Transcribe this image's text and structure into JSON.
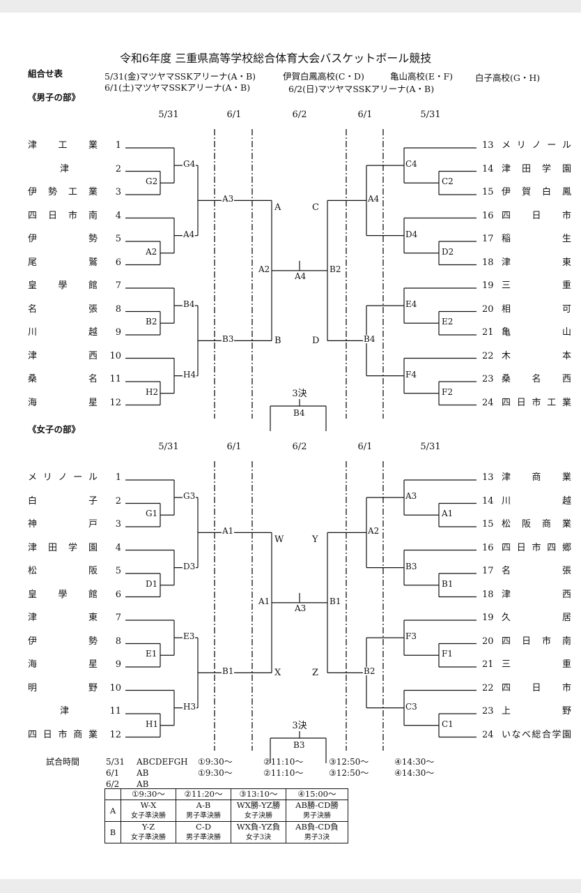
{
  "header": {
    "title": "令和6年度 三重県高等学校総合体育大会バスケットボール競技",
    "sheet_label": "組合せ表",
    "venues": [
      "5/31(金)マツヤマSSKアリーナ(A・B)",
      "伊賀白鳳高校(C・D)",
      "亀山高校(E・F)",
      "白子高校(G・H)"
    ],
    "venues2": [
      "6/1(土)マツヤマSSKアリーナ(A・B)",
      "6/2(日)マツヤマSSKアリーナ(A・B)"
    ]
  },
  "boys": {
    "section_title": "《男子の部》",
    "days": [
      "5/31",
      "6/1",
      "6/2",
      "6/1",
      "5/31"
    ],
    "left_teams": [
      {
        "name": "津　工　業",
        "seed": "1"
      },
      {
        "name": "津",
        "seed": "2"
      },
      {
        "name": "伊勢工業",
        "seed": "3"
      },
      {
        "name": "四日市南",
        "seed": "4"
      },
      {
        "name": "伊　勢",
        "seed": "5"
      },
      {
        "name": "尾　鷲",
        "seed": "6"
      },
      {
        "name": "皇學館",
        "seed": "7"
      },
      {
        "name": "名　張",
        "seed": "8"
      },
      {
        "name": "川　越",
        "seed": "9"
      },
      {
        "name": "津　西",
        "seed": "10"
      },
      {
        "name": "桑　名",
        "seed": "11"
      },
      {
        "name": "海　星",
        "seed": "12"
      }
    ],
    "right_teams": [
      {
        "seed": "13",
        "name": "メリノール"
      },
      {
        "seed": "14",
        "name": "津田学園"
      },
      {
        "seed": "15",
        "name": "伊賀白鳳"
      },
      {
        "seed": "16",
        "name": "四　日　市"
      },
      {
        "seed": "17",
        "name": "稲　生"
      },
      {
        "seed": "18",
        "name": "津　東"
      },
      {
        "seed": "19",
        "name": "三　重"
      },
      {
        "seed": "20",
        "name": "相　可"
      },
      {
        "seed": "21",
        "name": "亀　山"
      },
      {
        "seed": "22",
        "name": "木　本"
      },
      {
        "seed": "23",
        "name": "桑名西"
      },
      {
        "seed": "24",
        "name": "四日市工業"
      }
    ],
    "labels": {
      "l1": "G2",
      "l2": "G4",
      "l3": "A2",
      "l4": "A4",
      "l5": "B2",
      "l6": "B4",
      "l7": "H2",
      "l8": "H4",
      "l9": "A3",
      "l10": "B3",
      "l11": "A2",
      "r1": "C2",
      "r2": "C4",
      "r3": "D2",
      "r4": "D4",
      "r5": "E2",
      "r6": "E4",
      "r7": "F2",
      "r8": "F4",
      "r9": "A4",
      "r10": "B4",
      "r11": "B2",
      "final": "A4",
      "third_title": "3決",
      "third_court": "B4"
    },
    "semi_letters": [
      "A",
      "B",
      "C",
      "D"
    ]
  },
  "girls": {
    "section_title": "《女子の部》",
    "days": [
      "5/31",
      "6/1",
      "6/2",
      "6/1",
      "5/31"
    ],
    "left_teams": [
      {
        "name": "メリノール",
        "seed": "1"
      },
      {
        "name": "白　子",
        "seed": "2"
      },
      {
        "name": "神　戸",
        "seed": "3"
      },
      {
        "name": "津田学園",
        "seed": "4"
      },
      {
        "name": "松　阪",
        "seed": "5"
      },
      {
        "name": "皇學館",
        "seed": "6"
      },
      {
        "name": "津　東",
        "seed": "7"
      },
      {
        "name": "伊　勢",
        "seed": "8"
      },
      {
        "name": "海　星",
        "seed": "9"
      },
      {
        "name": "明　野",
        "seed": "10"
      },
      {
        "name": "津",
        "seed": "11"
      },
      {
        "name": "四日市商業",
        "seed": "12"
      }
    ],
    "right_teams": [
      {
        "seed": "13",
        "name": "津　商　業"
      },
      {
        "seed": "14",
        "name": "川　越"
      },
      {
        "seed": "15",
        "name": "松阪商業"
      },
      {
        "seed": "16",
        "name": "四日市四郷"
      },
      {
        "seed": "17",
        "name": "名　張"
      },
      {
        "seed": "18",
        "name": "津　西"
      },
      {
        "seed": "19",
        "name": "久　居"
      },
      {
        "seed": "20",
        "name": "四日市南"
      },
      {
        "seed": "21",
        "name": "三　重"
      },
      {
        "seed": "22",
        "name": "四　日　市"
      },
      {
        "seed": "23",
        "name": "上　野"
      },
      {
        "seed": "24",
        "name": "いなべ総合学園"
      }
    ],
    "labels": {
      "l1": "G1",
      "l2": "G3",
      "l3": "D1",
      "l4": "D3",
      "l5": "E1",
      "l6": "E3",
      "l7": "H1",
      "l8": "H3",
      "l9": "A1",
      "l10": "B1",
      "l11": "A1",
      "r1": "A1",
      "r2": "A3",
      "r3": "B1",
      "r4": "B3",
      "r5": "F1",
      "r6": "F3",
      "r7": "C1",
      "r8": "C3",
      "r9": "A2",
      "r10": "B2",
      "r11": "B1",
      "final": "A3",
      "third_title": "3決",
      "third_court": "B3"
    },
    "semi_letters": [
      "W",
      "X",
      "Y",
      "Z"
    ]
  },
  "schedule": {
    "title": "試合時間",
    "rows": [
      {
        "date": "5/31",
        "courts": "ABCDEFGH",
        "slots": [
          "①9:30〜",
          "②11:10〜",
          "③12:50〜",
          "④14:30〜"
        ]
      },
      {
        "date": "6/1",
        "courts": "AB",
        "slots": [
          "①9:30〜",
          "②11:10〜",
          "③12:50〜",
          "④14:30〜"
        ]
      },
      {
        "date": "6/2",
        "courts": "AB",
        "slots": []
      }
    ],
    "table": {
      "headers": [
        "①9:30〜",
        "②11:20〜",
        "③13:10〜",
        "④15:00〜"
      ],
      "rows": [
        {
          "court": "A",
          "games": [
            "W-X",
            "A-B",
            "WX勝-YZ勝",
            "AB勝-CD勝"
          ],
          "notes": [
            "女子準決勝",
            "男子準決勝",
            "女子決勝",
            "男子決勝"
          ]
        },
        {
          "court": "B",
          "games": [
            "Y-Z",
            "C-D",
            "WX負-YZ負",
            "AB負-CD負"
          ],
          "notes": [
            "女子準決勝",
            "男子準決勝",
            "女子3決",
            "男子3決"
          ]
        }
      ]
    }
  }
}
